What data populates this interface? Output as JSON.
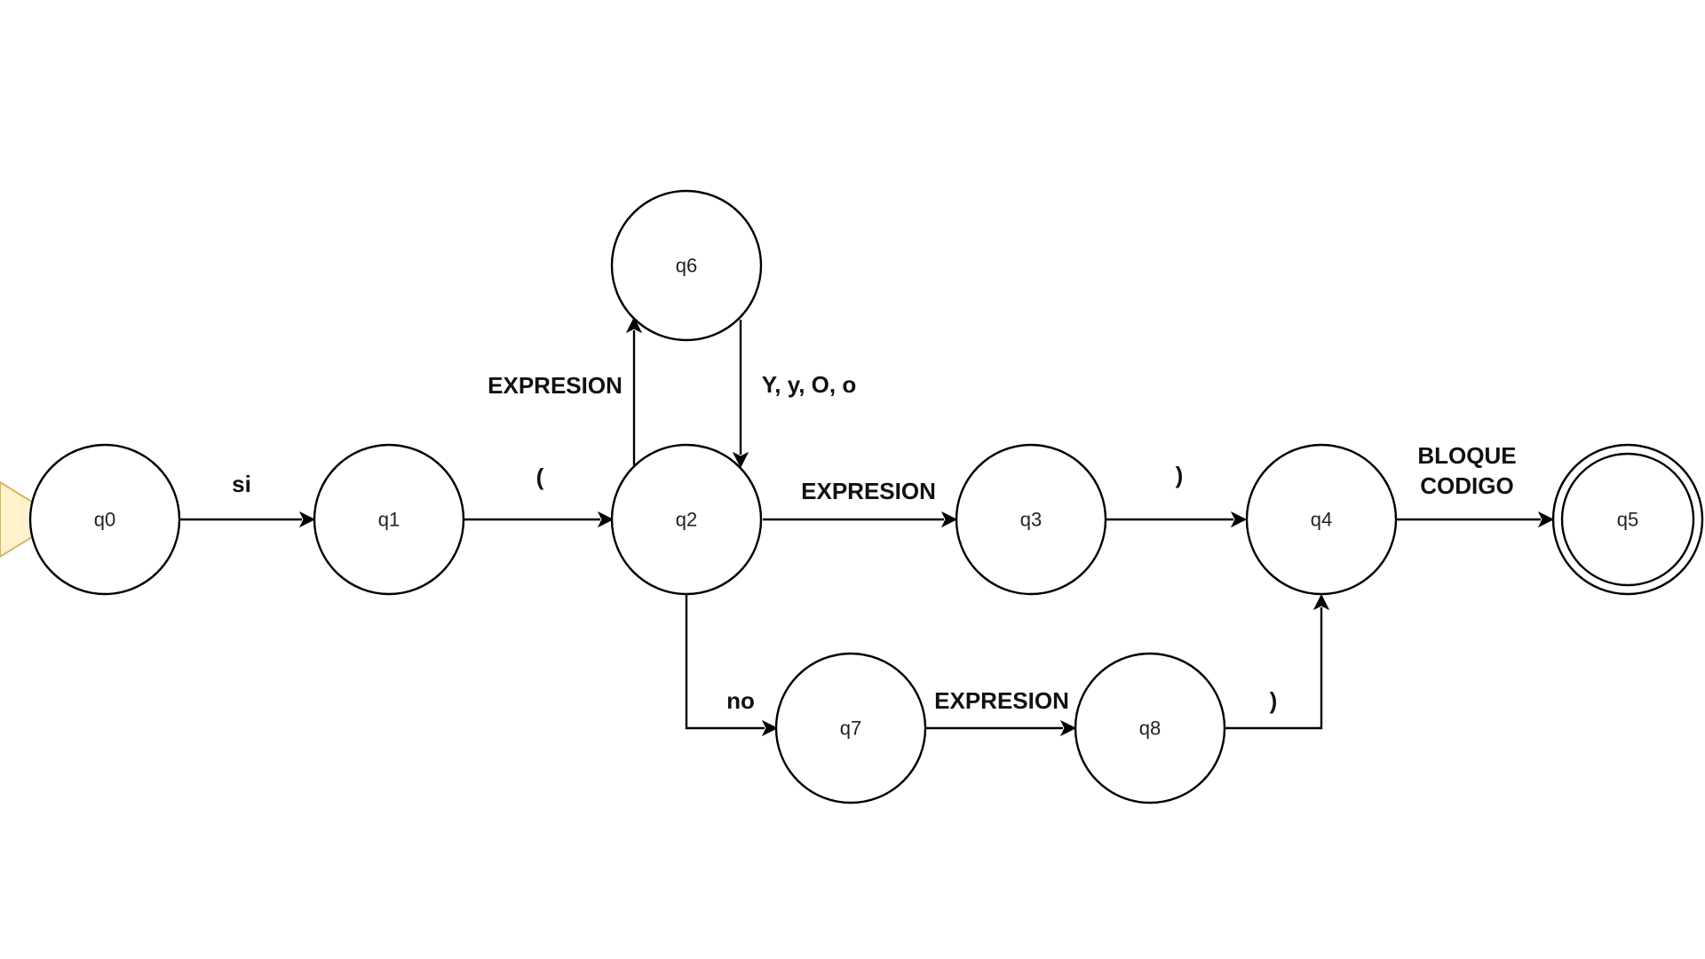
{
  "diagram": {
    "type": "finite-state-automaton",
    "start_state": "q0",
    "accepting_states": [
      "q5"
    ],
    "colors": {
      "stroke": "#000000",
      "start_marker_fill": "#fff2cc",
      "start_marker_stroke": "#d6b656"
    },
    "states": [
      {
        "id": "q0",
        "label": "q0"
      },
      {
        "id": "q1",
        "label": "q1"
      },
      {
        "id": "q2",
        "label": "q2"
      },
      {
        "id": "q3",
        "label": "q3"
      },
      {
        "id": "q4",
        "label": "q4"
      },
      {
        "id": "q5",
        "label": "q5"
      },
      {
        "id": "q6",
        "label": "q6"
      },
      {
        "id": "q7",
        "label": "q7"
      },
      {
        "id": "q8",
        "label": "q8"
      }
    ],
    "transitions": [
      {
        "from": "q0",
        "to": "q1",
        "label": "si"
      },
      {
        "from": "q1",
        "to": "q2",
        "label": "("
      },
      {
        "from": "q2",
        "to": "q3",
        "label": "EXPRESION"
      },
      {
        "from": "q3",
        "to": "q4",
        "label": ")"
      },
      {
        "from": "q4",
        "to": "q5",
        "label": "BLOQUE CODIGO",
        "label_lines": [
          "BLOQUE",
          "CODIGO"
        ]
      },
      {
        "from": "q2",
        "to": "q6",
        "label": "EXPRESION"
      },
      {
        "from": "q6",
        "to": "q2",
        "label": "Y, y, O, o"
      },
      {
        "from": "q2",
        "to": "q7",
        "label": "no"
      },
      {
        "from": "q7",
        "to": "q8",
        "label": "EXPRESION"
      },
      {
        "from": "q8",
        "to": "q4",
        "label": ")"
      }
    ]
  }
}
